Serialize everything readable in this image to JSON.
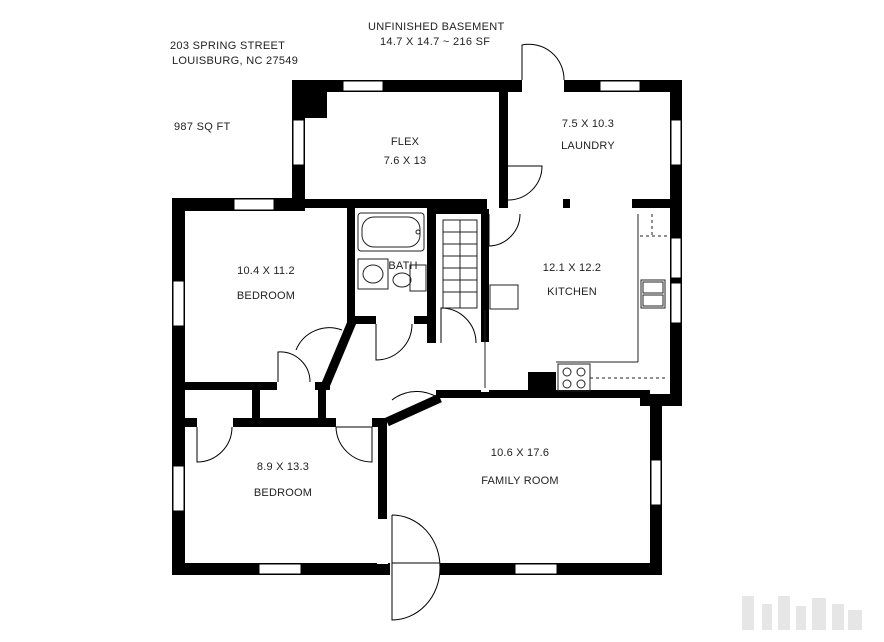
{
  "header": {
    "address_line1": "203 SPRING STREET",
    "address_line2": "LOUISBURG, NC 27549",
    "total_area": "987 SQ FT",
    "basement_title": "UNFINISHED BASEMENT",
    "basement_size": "14.7 X 14.7 ~ 216 SF"
  },
  "rooms": {
    "flex": {
      "name": "FLEX",
      "size": "7.6 X 13"
    },
    "laundry": {
      "name": "LAUNDRY",
      "size": "7.5 X 10.3"
    },
    "bedroom1": {
      "name": "BEDROOM",
      "size": "10.4 X 11.2"
    },
    "bath": {
      "name": "BATH"
    },
    "kitchen": {
      "name": "KITCHEN",
      "size": "12.1 X 12.2"
    },
    "bedroom2": {
      "name": "BEDROOM",
      "size": "8.9 X 13.3"
    },
    "family": {
      "name": "FAMILY ROOM",
      "size": "10.6 X 17.6"
    }
  },
  "colors": {
    "wall": "#000000",
    "fixture": "#333333",
    "background": "#ffffff"
  }
}
